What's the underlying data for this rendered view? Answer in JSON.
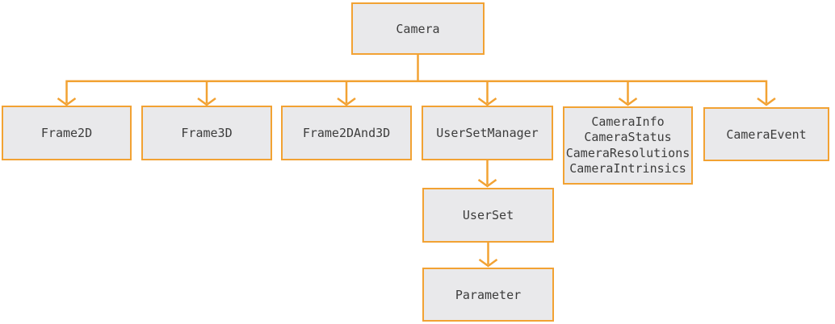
{
  "colors": {
    "accent": "#F2A233",
    "box_fill": "#E9E9EB",
    "text": "#3C3C3C",
    "background": "#FFFFFF"
  },
  "diagram": {
    "type": "class-hierarchy-tree",
    "root": "Camera",
    "children_of_root": [
      "Frame2D",
      "Frame3D",
      "Frame2DAnd3D",
      "UserSetManager",
      "CameraInfo-group",
      "CameraEvent"
    ],
    "chain": [
      "UserSetManager",
      "UserSet",
      "Parameter"
    ]
  },
  "nodes": {
    "camera": {
      "label": "Camera"
    },
    "frame2d": {
      "label": "Frame2D"
    },
    "frame3d": {
      "label": "Frame3D"
    },
    "frame2dand3d": {
      "label": "Frame2DAnd3D"
    },
    "usersetmanager": {
      "label": "UserSetManager"
    },
    "camerainfo_group": {
      "lines": [
        "CameraInfo",
        "CameraStatus",
        "CameraResolutions",
        "CameraIntrinsics"
      ]
    },
    "cameraevent": {
      "label": "CameraEvent"
    },
    "userset": {
      "label": "UserSet"
    },
    "parameter": {
      "label": "Parameter"
    }
  }
}
